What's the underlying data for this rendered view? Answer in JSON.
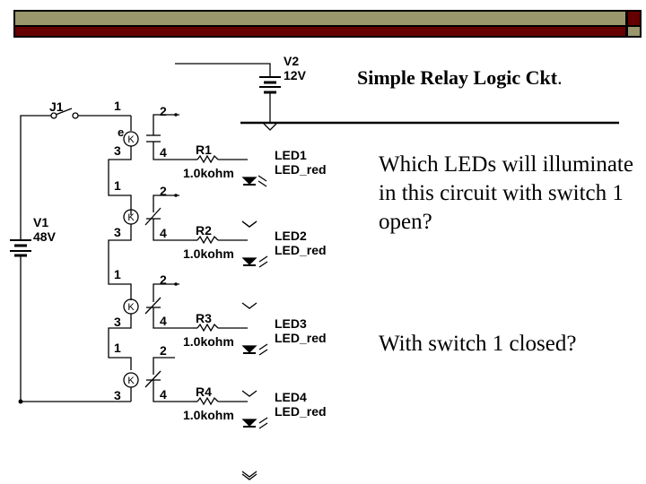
{
  "slide": {
    "title": "Simple Relay Logic Ckt",
    "title_suffix": ".",
    "question_open": "Which LEDs will illuminate in this circuit with switch 1 open?",
    "question_closed": "With switch 1 closed?",
    "colors": {
      "header_olive": "#99976B",
      "header_maroon": "#660000",
      "border": "#000000"
    }
  },
  "circuit": {
    "switch": {
      "ref": "J1"
    },
    "sources": [
      {
        "ref": "V1",
        "value": "48V"
      },
      {
        "ref": "V2",
        "value": "12V"
      }
    ],
    "relays": [
      {
        "pins": [
          "1",
          "2",
          "3",
          "4"
        ],
        "coil_label": "K",
        "contact": "normally-open"
      },
      {
        "pins": [
          "1",
          "2",
          "3",
          "4"
        ],
        "coil_label": "K",
        "contact": "normally-closed"
      },
      {
        "pins": [
          "1",
          "2",
          "3",
          "4"
        ],
        "coil_label": "K",
        "contact": "normally-closed"
      },
      {
        "pins": [
          "1",
          "2",
          "3",
          "4"
        ],
        "coil_label": "K",
        "contact": "normally-closed"
      }
    ],
    "resistors": [
      {
        "ref": "R1",
        "value": "1.0kohm"
      },
      {
        "ref": "R2",
        "value": "1.0kohm"
      },
      {
        "ref": "R3",
        "value": "1.0kohm"
      },
      {
        "ref": "R4",
        "value": "1.0kohm"
      }
    ],
    "leds": [
      {
        "ref": "LED1",
        "model": "LED_red"
      },
      {
        "ref": "LED2",
        "model": "LED_red"
      },
      {
        "ref": "LED3",
        "model": "LED_red"
      },
      {
        "ref": "LED4",
        "model": "LED_red"
      }
    ]
  }
}
